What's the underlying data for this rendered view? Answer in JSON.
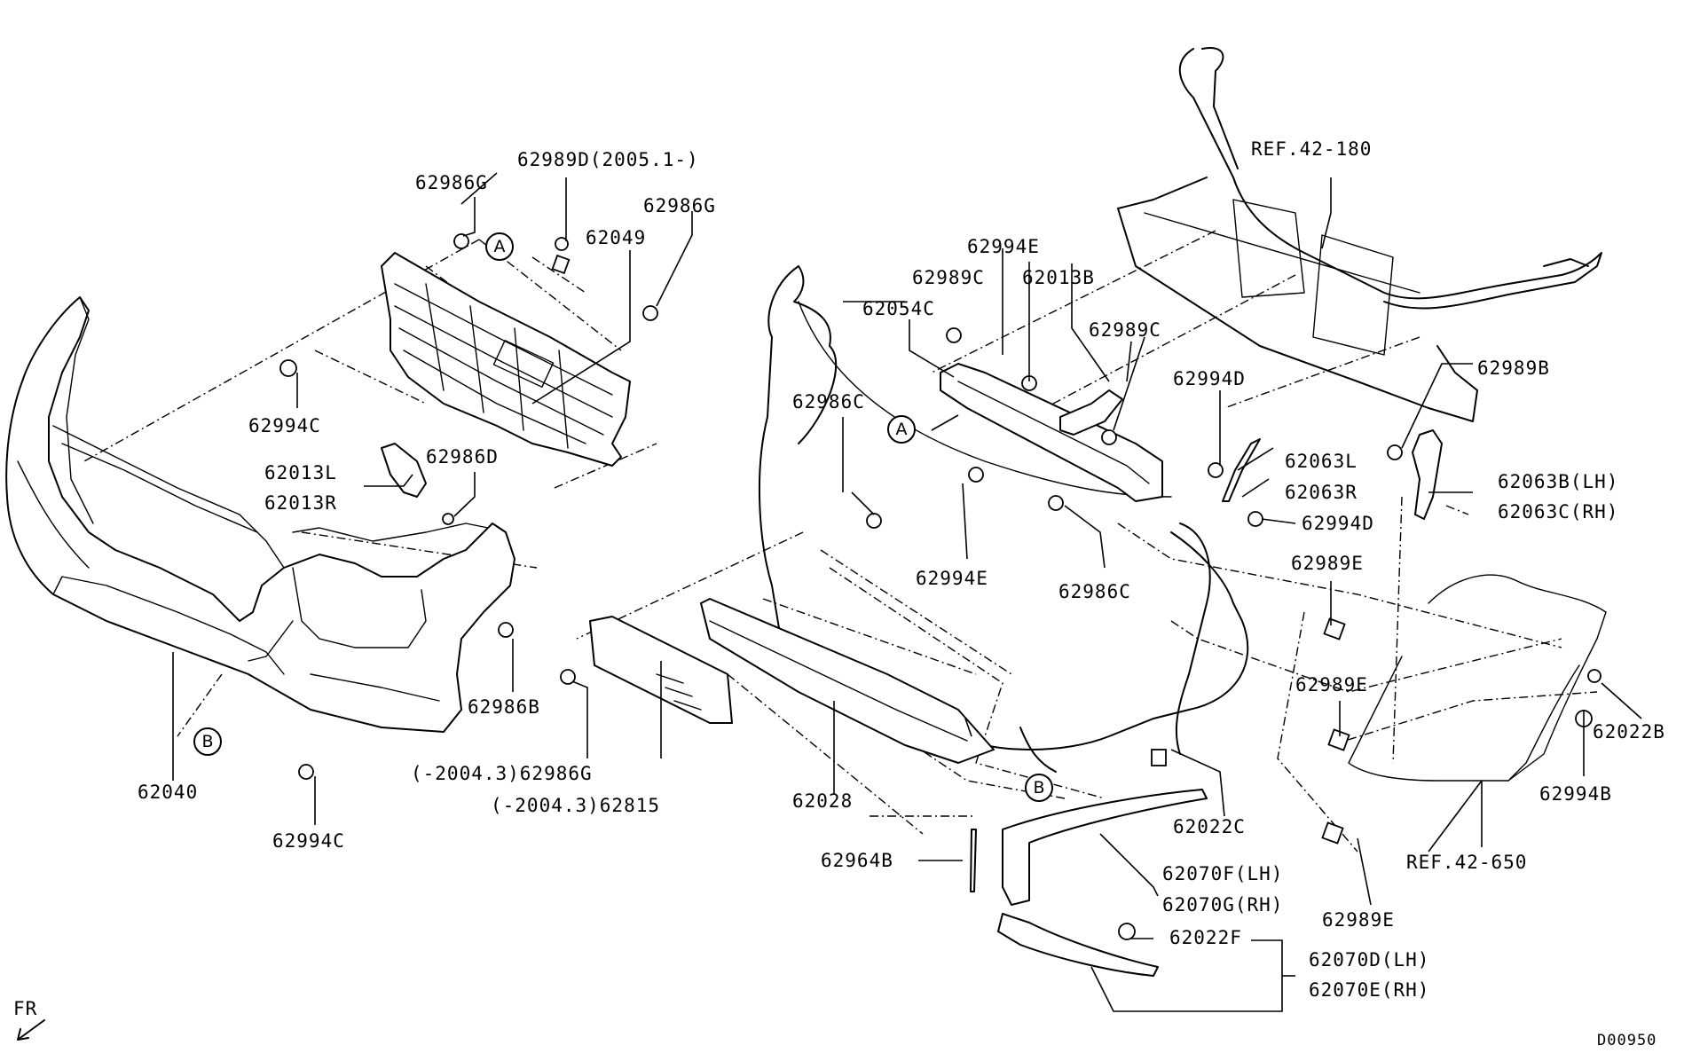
{
  "drawing_code": "D00950",
  "direction_marker": "FR",
  "callouts": {
    "a": "A",
    "b": "B"
  },
  "parts": {
    "p62986G_top": "62986G",
    "p62989D": "62989D(2005.1-)",
    "p62986G_right": "62986G",
    "p62049": "62049",
    "p62994C_top": "62994C",
    "p62013L": "62013L",
    "p62013R": "62013R",
    "p62986D": "62986D",
    "p62986B": "62986B",
    "p62040": "62040",
    "p62994C_bottom": "62994C",
    "p62986G_old": "(-2004.3)62986G",
    "p62815": "(-2004.3)62815",
    "p62028": "62028",
    "p62986C_left": "62986C",
    "p62994E_top": "62994E",
    "p62989C_left": "62989C",
    "p62013B": "62013B",
    "p62054C": "62054C",
    "p62989C_right": "62989C",
    "p62994E_bottom": "62994E",
    "p62986C_right": "62986C",
    "p62994D_top": "62994D",
    "p62063L": "62063L",
    "p62063R": "62063R",
    "p62994D_bottom": "62994D",
    "ref_42_180": "REF.42-180",
    "p62989B": "62989B",
    "p62063B": "62063B(LH)",
    "p62063C": "62063C(RH)",
    "p62989E_a": "62989E",
    "p62989E_b": "62989E",
    "p62989E_c": "62989E",
    "p62022B": "62022B",
    "p62994B": "62994B",
    "ref_42_650": "REF.42-650",
    "p62022C": "62022C",
    "p62070F": "62070F(LH)",
    "p62070G": "62070G(RH)",
    "p62964B": "62964B",
    "p62022F": "62022F",
    "p62070D": "62070D(LH)",
    "p62070E": "62070E(RH)"
  }
}
